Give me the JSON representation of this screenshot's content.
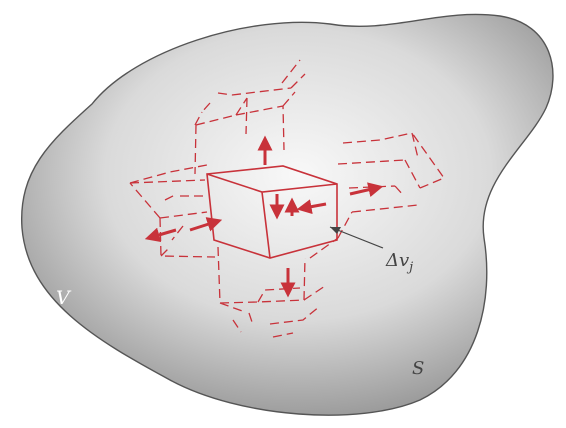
{
  "labels": {
    "volume": "V",
    "surface": "S",
    "element": "Δv",
    "element_subscript": "j"
  },
  "colors": {
    "element_color": "#c8323a",
    "outline_color": "#555555",
    "blob_highlight": "#f7f7f7",
    "blob_shadow": "#8c8c8c",
    "label_light": "#ffffff",
    "label_dark": "#444444"
  }
}
